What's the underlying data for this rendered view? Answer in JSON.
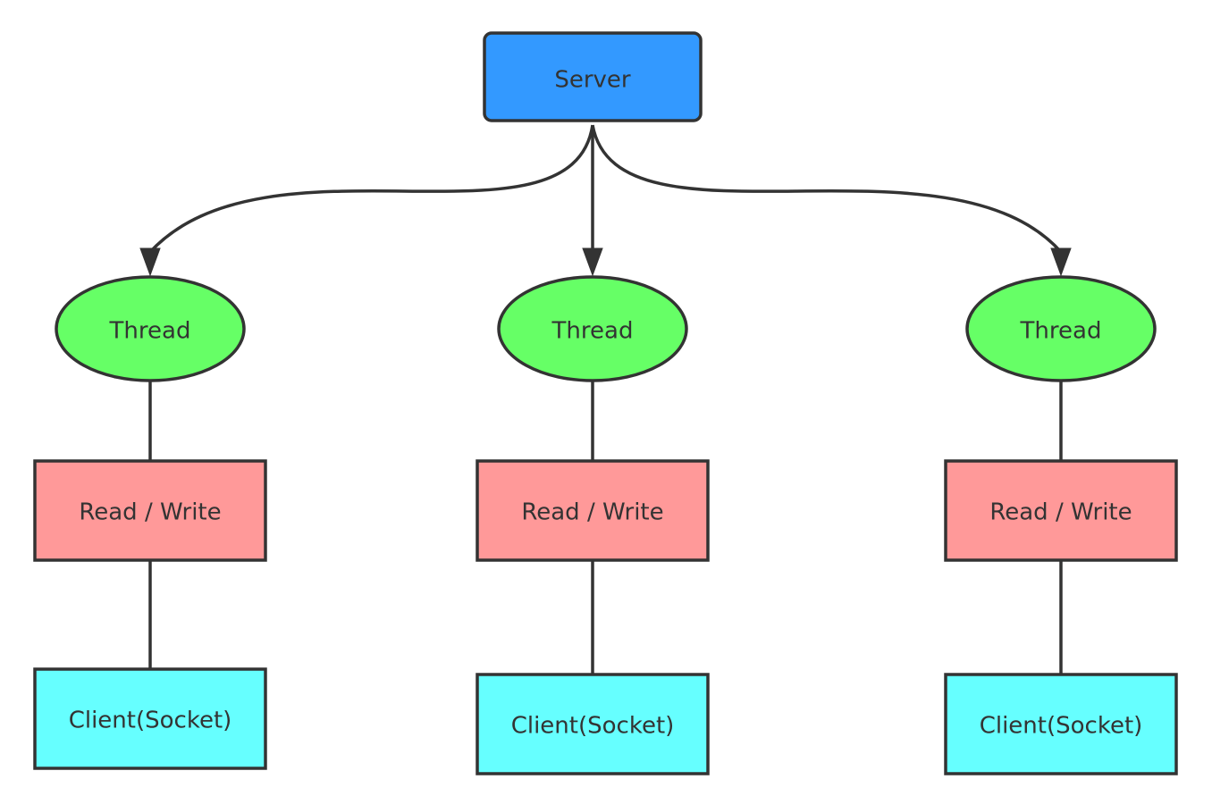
{
  "server": {
    "label": "Server",
    "color": "#3399ff"
  },
  "columns": [
    {
      "thread_label": "Thread",
      "rw_label": "Read / Write",
      "client_label": "Client(Socket)"
    },
    {
      "thread_label": "Thread",
      "rw_label": "Read / Write",
      "client_label": "Client(Socket)"
    },
    {
      "thread_label": "Thread",
      "rw_label": "Read / Write",
      "client_label": "Client(Socket)"
    }
  ],
  "colors": {
    "thread": "#66ff66",
    "read_write": "#ff9999",
    "client": "#66ffff",
    "stroke": "#333333"
  }
}
